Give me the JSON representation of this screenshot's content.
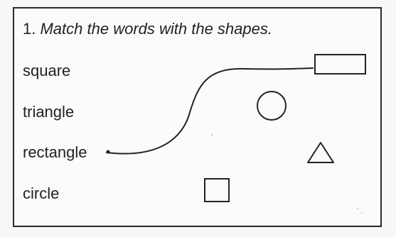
{
  "exercise": {
    "number": "1.",
    "instruction": "Match the words with the shapes."
  },
  "words": [
    {
      "label": "square"
    },
    {
      "label": "triangle"
    },
    {
      "label": "rectangle"
    },
    {
      "label": "circle"
    }
  ],
  "shapes": [
    {
      "icon": "rectangle-shape-icon"
    },
    {
      "icon": "circle-shape-icon"
    },
    {
      "icon": "triangle-shape-icon"
    },
    {
      "icon": "square-shape-icon"
    }
  ],
  "answers": [
    {
      "word": "rectangle",
      "shape": "rectangle"
    }
  ],
  "colors": {
    "ink": "#222222",
    "border": "#2b2b2b",
    "paper": "#fbfbfa"
  }
}
